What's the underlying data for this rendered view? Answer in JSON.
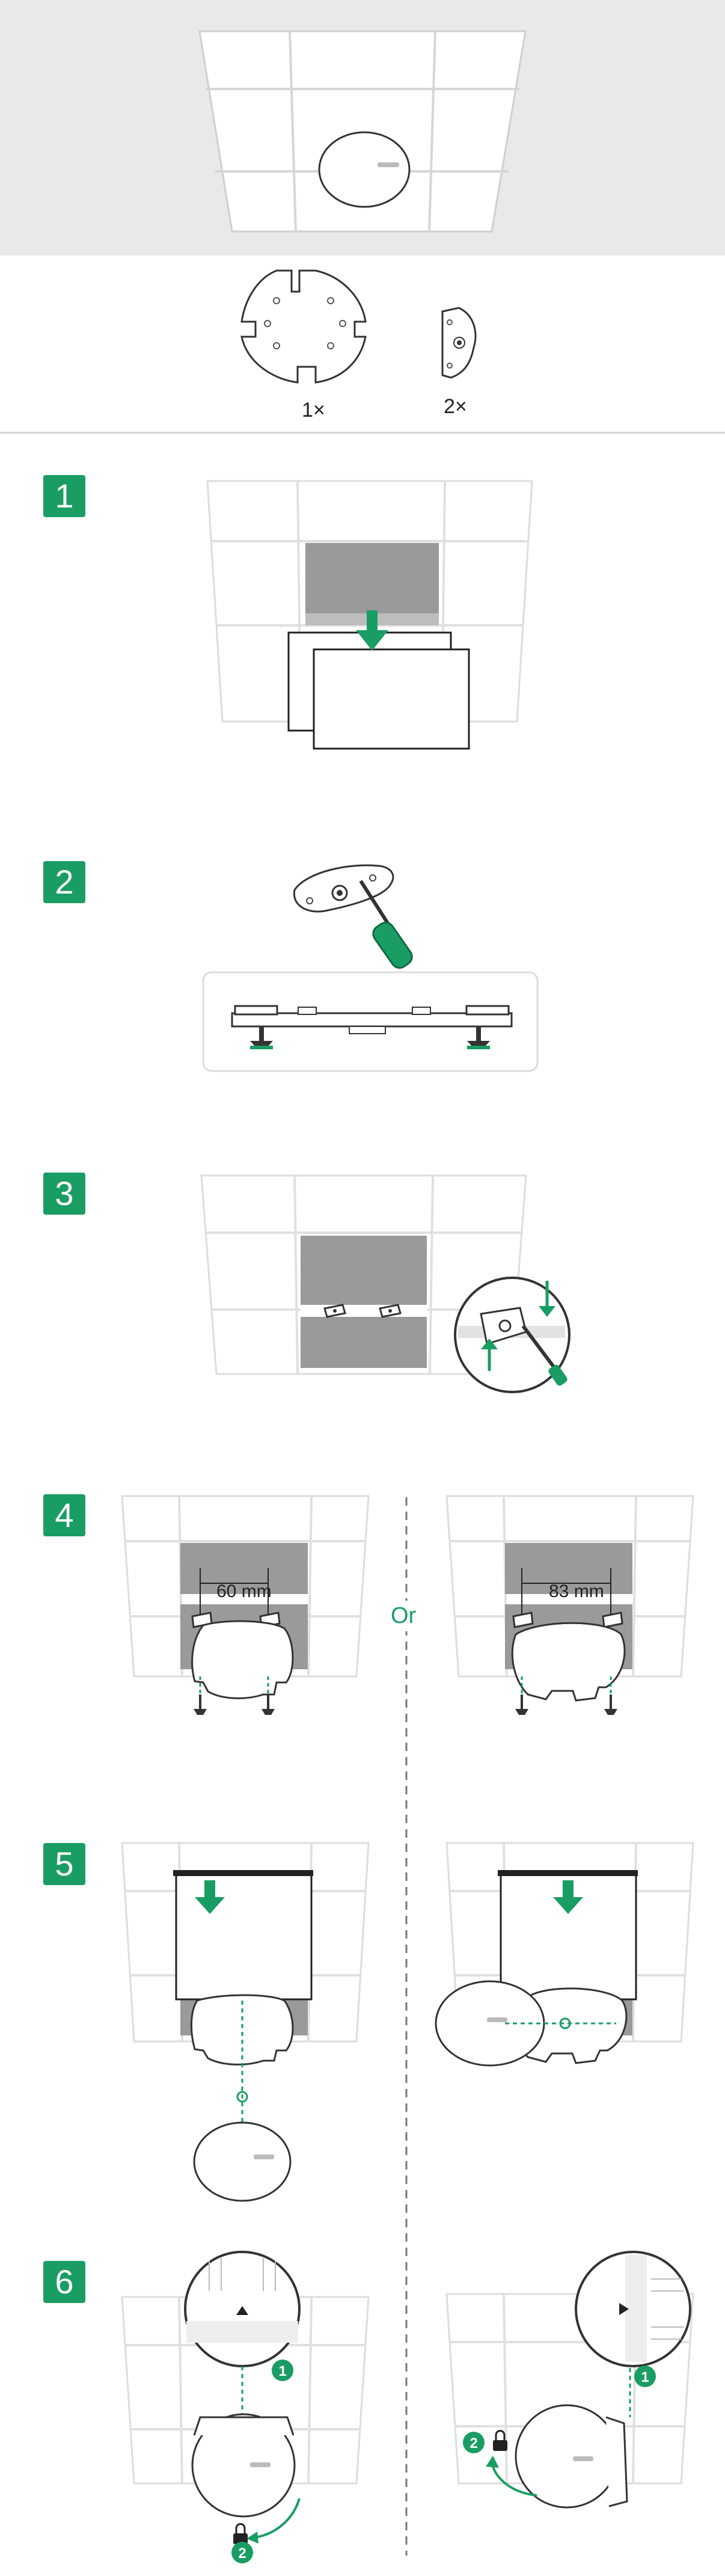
{
  "kit": {
    "bracket_qty": "1×",
    "clip_qty": "2×"
  },
  "steps": [
    {
      "number": "1"
    },
    {
      "number": "2"
    },
    {
      "number": "3"
    },
    {
      "number": "4",
      "left_spacing": "60 mm",
      "right_spacing": "83 mm",
      "or_label": "Or"
    },
    {
      "number": "5"
    },
    {
      "number": "6",
      "left_callouts": [
        "1",
        "2"
      ],
      "right_callouts": [
        "1",
        "2"
      ]
    }
  ],
  "colors": {
    "accent": "#1a9d63",
    "ceiling_tile_dark": "#9a9a9a",
    "hero_background": "#e9e9e9"
  }
}
